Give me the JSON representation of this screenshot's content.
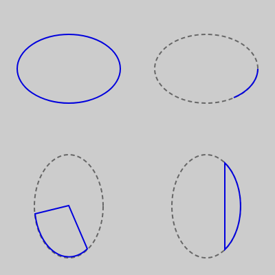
{
  "colors": {
    "background": "#cccccc",
    "accent": "#0000dd",
    "guide": "#666666"
  },
  "figures": [
    {
      "kind": "full-ellipse"
    },
    {
      "kind": "ellipse-arc",
      "highlight": "arc"
    },
    {
      "kind": "ellipse-sector",
      "highlight": "sector"
    },
    {
      "kind": "ellipse-segment",
      "highlight": "segment"
    }
  ]
}
